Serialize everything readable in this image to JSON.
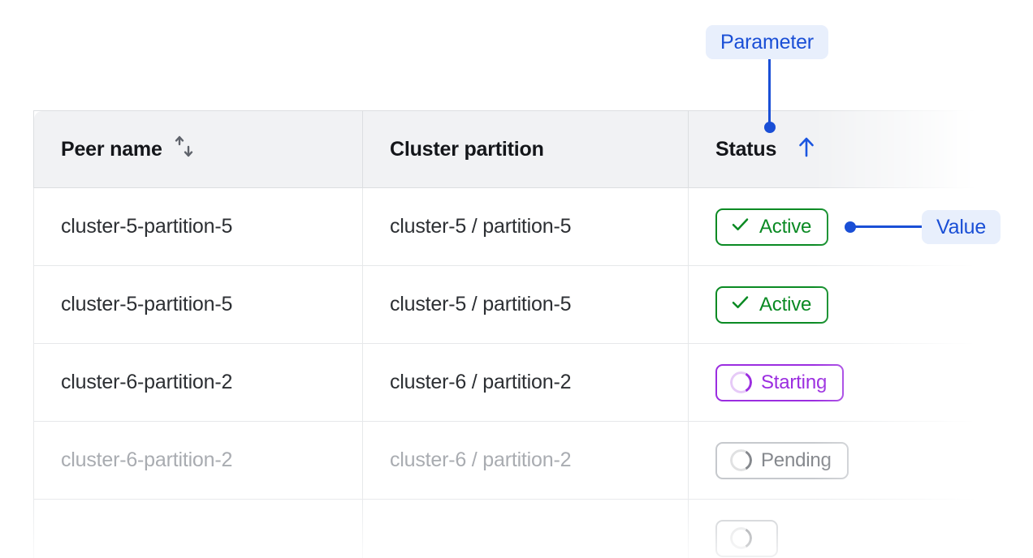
{
  "table": {
    "columns": [
      {
        "label": "Peer name",
        "sort_icon": "sort-updown-icon",
        "sorted": false
      },
      {
        "label": "Cluster partition",
        "sort_icon": null,
        "sorted": false
      },
      {
        "label": "Status",
        "sort_icon": "arrow-up-icon",
        "sorted": true
      }
    ],
    "rows": [
      {
        "peer_name": "cluster-5-partition-5",
        "cluster_partition": "cluster-5 / partition-5",
        "status": "Active",
        "status_kind": "active",
        "status_icon": "check-icon",
        "dim": false
      },
      {
        "peer_name": "cluster-5-partition-5",
        "cluster_partition": "cluster-5 / partition-5",
        "status": "Active",
        "status_kind": "active",
        "status_icon": "check-icon",
        "dim": false
      },
      {
        "peer_name": "cluster-6-partition-2",
        "cluster_partition": "cluster-6 / partition-2",
        "status": "Starting",
        "status_kind": "starting",
        "status_icon": "spinner-icon",
        "dim": false
      },
      {
        "peer_name": "cluster-6-partition-2",
        "cluster_partition": "cluster-6 / partition-2",
        "status": "Pending",
        "status_kind": "pending",
        "status_icon": "spinner-icon",
        "dim": true
      },
      {
        "peer_name": "",
        "cluster_partition": "",
        "status": "",
        "status_kind": "pending",
        "status_icon": "spinner-icon",
        "dim": true
      }
    ]
  },
  "annotations": {
    "parameter": {
      "label": "Parameter",
      "target": "status-column-header"
    },
    "value": {
      "label": "Value",
      "target": "status-cell-row-1"
    }
  },
  "colors": {
    "accent_blue": "#1a4fd6",
    "annotation_bg": "#e8effc",
    "status_active": "#0a8a23",
    "status_starting": "#9b2de0",
    "status_pending": "#85888d",
    "header_bg": "#f1f2f4",
    "border": "#e6e8ea",
    "text": "#2c2f33",
    "text_dim": "#a9acb1"
  }
}
